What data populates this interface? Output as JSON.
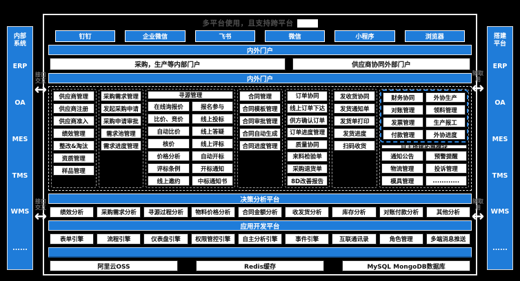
{
  "title": {
    "text": "多平台使用，且支持跨平台"
  },
  "top_buttons": [
    "钉钉",
    "企业微信",
    "飞书",
    "微信",
    "小程序",
    "浏览器"
  ],
  "banners": {
    "portal_outer": "内外门户",
    "portal_inner": "内外门户",
    "decision": "决策分析平台",
    "app_dev": "应用开发平台"
  },
  "portals": [
    "采购，生产等内部门户",
    "供应商协同外部门户"
  ],
  "modules": {
    "supplier": [
      "供应商管理",
      "供应商注册",
      "供应商准入",
      "绩效管理",
      "整改&淘汰",
      "资质管理",
      "样品管理"
    ],
    "demand": [
      "采购需求管理",
      "发起采购申请",
      "采购申请审批",
      "需求池管理",
      "需求进度管理"
    ],
    "sourcing_header": "寻源管理",
    "sourcing_left": [
      "在线询报价",
      "比价、竞价",
      "自动比价",
      "核价",
      "价格分析",
      "评标条例",
      "线上邀约"
    ],
    "sourcing_right": [
      "报名参与",
      "线上投标",
      "线上答疑",
      "线上评标",
      "自动开标",
      "开标通知",
      "中标通知书"
    ],
    "contract": [
      "合同管理",
      "合同模板管理",
      "合同审批管理",
      "合同自动生成",
      "合同进度管理"
    ],
    "order": [
      "订单协同",
      "线上订单下达",
      "供方确认订单",
      "订单进度管理",
      "质量协同",
      "来料检验单",
      "采购退货单",
      "8D改善报告"
    ],
    "shipping": [
      "发收货协同",
      "发货通知单",
      "发货单打印",
      "发货进度",
      "扫码收货"
    ],
    "finance": [
      "财务协同",
      "对账管理",
      "发票管理",
      "付款管理"
    ],
    "outsourcing": [
      "外协生产",
      "领料管理",
      "生产报工",
      "外协进度"
    ],
    "ext_header": "自主搭建拓展模块",
    "ext_items": [
      "通知公告",
      "预警提醒",
      "物流管理",
      "投诉管理",
      "模具管理",
      "............"
    ]
  },
  "analysis_items": [
    "绩效分析",
    "采购需求分析",
    "寻源过程分析",
    "物料价格分析",
    "合同金额分析",
    "收发货分析",
    "库存分析",
    "对账付款分析",
    "其他分析"
  ],
  "engine_items": [
    "表单引擎",
    "流程引擎",
    "仪表盘引擎",
    "权限管控引擎",
    "自主分析引擎",
    "事件引擎",
    "互联通讯录",
    "角色管理",
    "多端消息推送"
  ],
  "storage_items": [
    "阿里云OSS",
    "Redis缓存",
    "MySQL MongoDB数据库"
  ],
  "left_sidebar": {
    "title": "内部系统",
    "items": [
      "ERP",
      "OA",
      "MES",
      "TMS",
      "WMS",
      "......"
    ],
    "connector_label": "接口交互"
  },
  "right_sidebar": {
    "title": "搭建平台",
    "items": [
      "ERP",
      "OA",
      "MES",
      "TMS",
      "WMS",
      "......"
    ],
    "connector_label": "随取用"
  },
  "icons": {
    "sync_arrow": "↔"
  },
  "colors": {
    "accent_blue": "#1f7cd9",
    "blue_dashed_border": "#2e86de",
    "background": "#000000"
  }
}
